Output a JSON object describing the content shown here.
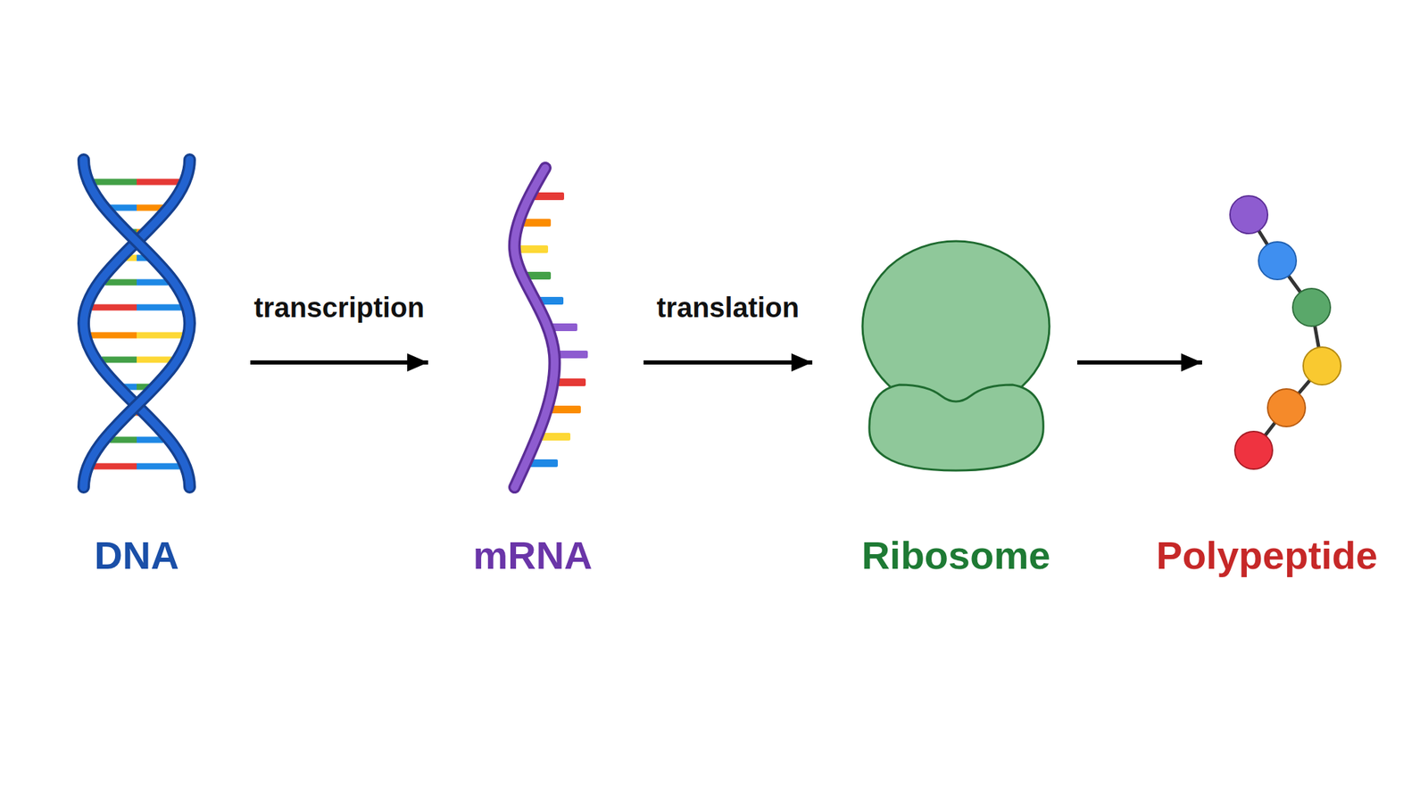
{
  "diagram": {
    "nodes": [
      {
        "text": [
          "DNA"
        ]
      },
      {
        "text": [
          "mRNA"
        ]
      },
      {
        "text": [
          "Ribosome"
        ]
      },
      {
        "text": [
          "Polypeptide"
        ]
      }
    ],
    "edges": [
      {
        "from": 0,
        "to": 1,
        "label": "transcription",
        "arrow": "to"
      },
      {
        "from": 1,
        "to": 2,
        "label": "translation",
        "arrow": "to"
      },
      {
        "from": 2,
        "to": 3,
        "arrow": "to"
      }
    ]
  }
}
